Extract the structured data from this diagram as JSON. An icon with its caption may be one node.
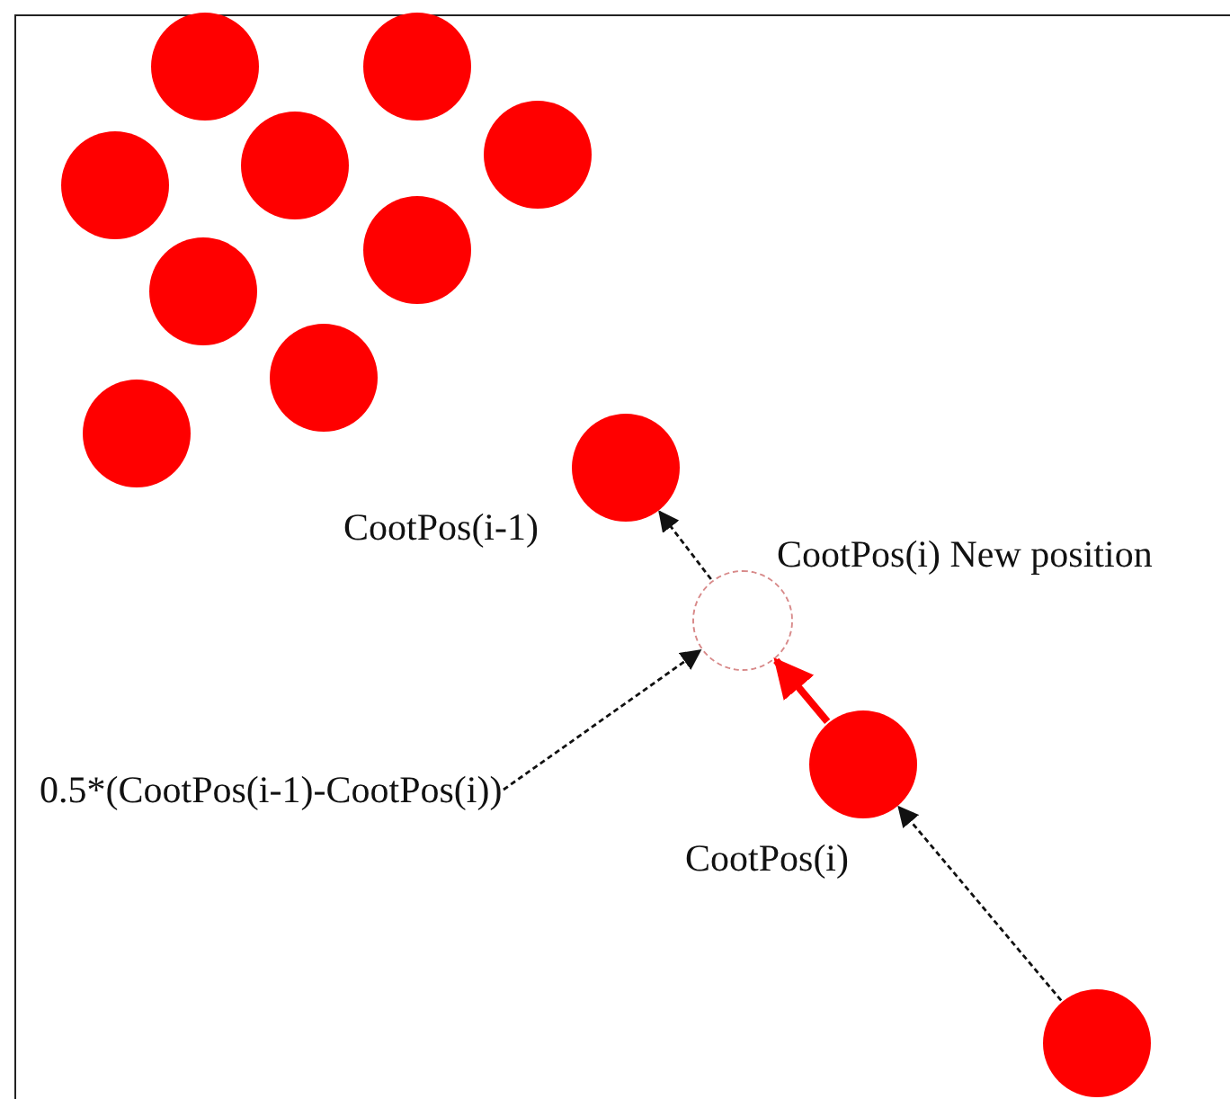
{
  "diagram": {
    "nodes": [
      {
        "text": [],
        "shape": "circle"
      },
      {
        "text": [],
        "shape": "circle"
      },
      {
        "text": [],
        "shape": "circle"
      },
      {
        "text": [],
        "shape": "circle"
      },
      {
        "text": [],
        "shape": "circle"
      },
      {
        "text": [],
        "shape": "circle"
      },
      {
        "text": [],
        "shape": "circle"
      },
      {
        "text": [],
        "shape": "circle"
      },
      {
        "text": [],
        "shape": "circle"
      },
      {
        "text": [],
        "shape": "circle",
        "beside": [
          "CootPos(i-1)"
        ]
      },
      {
        "text": [],
        "shape": "circle",
        "beside": [
          "CootPos(i) New position"
        ]
      },
      {
        "text": [
          "0.5*(CootPos(i-1)-CootPos(i))"
        ]
      },
      {
        "text": [],
        "shape": "circle",
        "beside": [
          "CootPos(i)"
        ]
      },
      {
        "text": [],
        "shape": "circle"
      }
    ],
    "edges": [
      {
        "from": 13,
        "to": 12,
        "arrow": "to",
        "style": "dashed"
      },
      {
        "from": 12,
        "to": 10,
        "arrow": "to",
        "style": "thick",
        "color": "#ff0000"
      },
      {
        "from": 10,
        "to": 9,
        "arrow": "to",
        "style": "dashed"
      },
      {
        "from": 11,
        "to": 10,
        "arrow": "to",
        "style": "dashed"
      }
    ]
  }
}
